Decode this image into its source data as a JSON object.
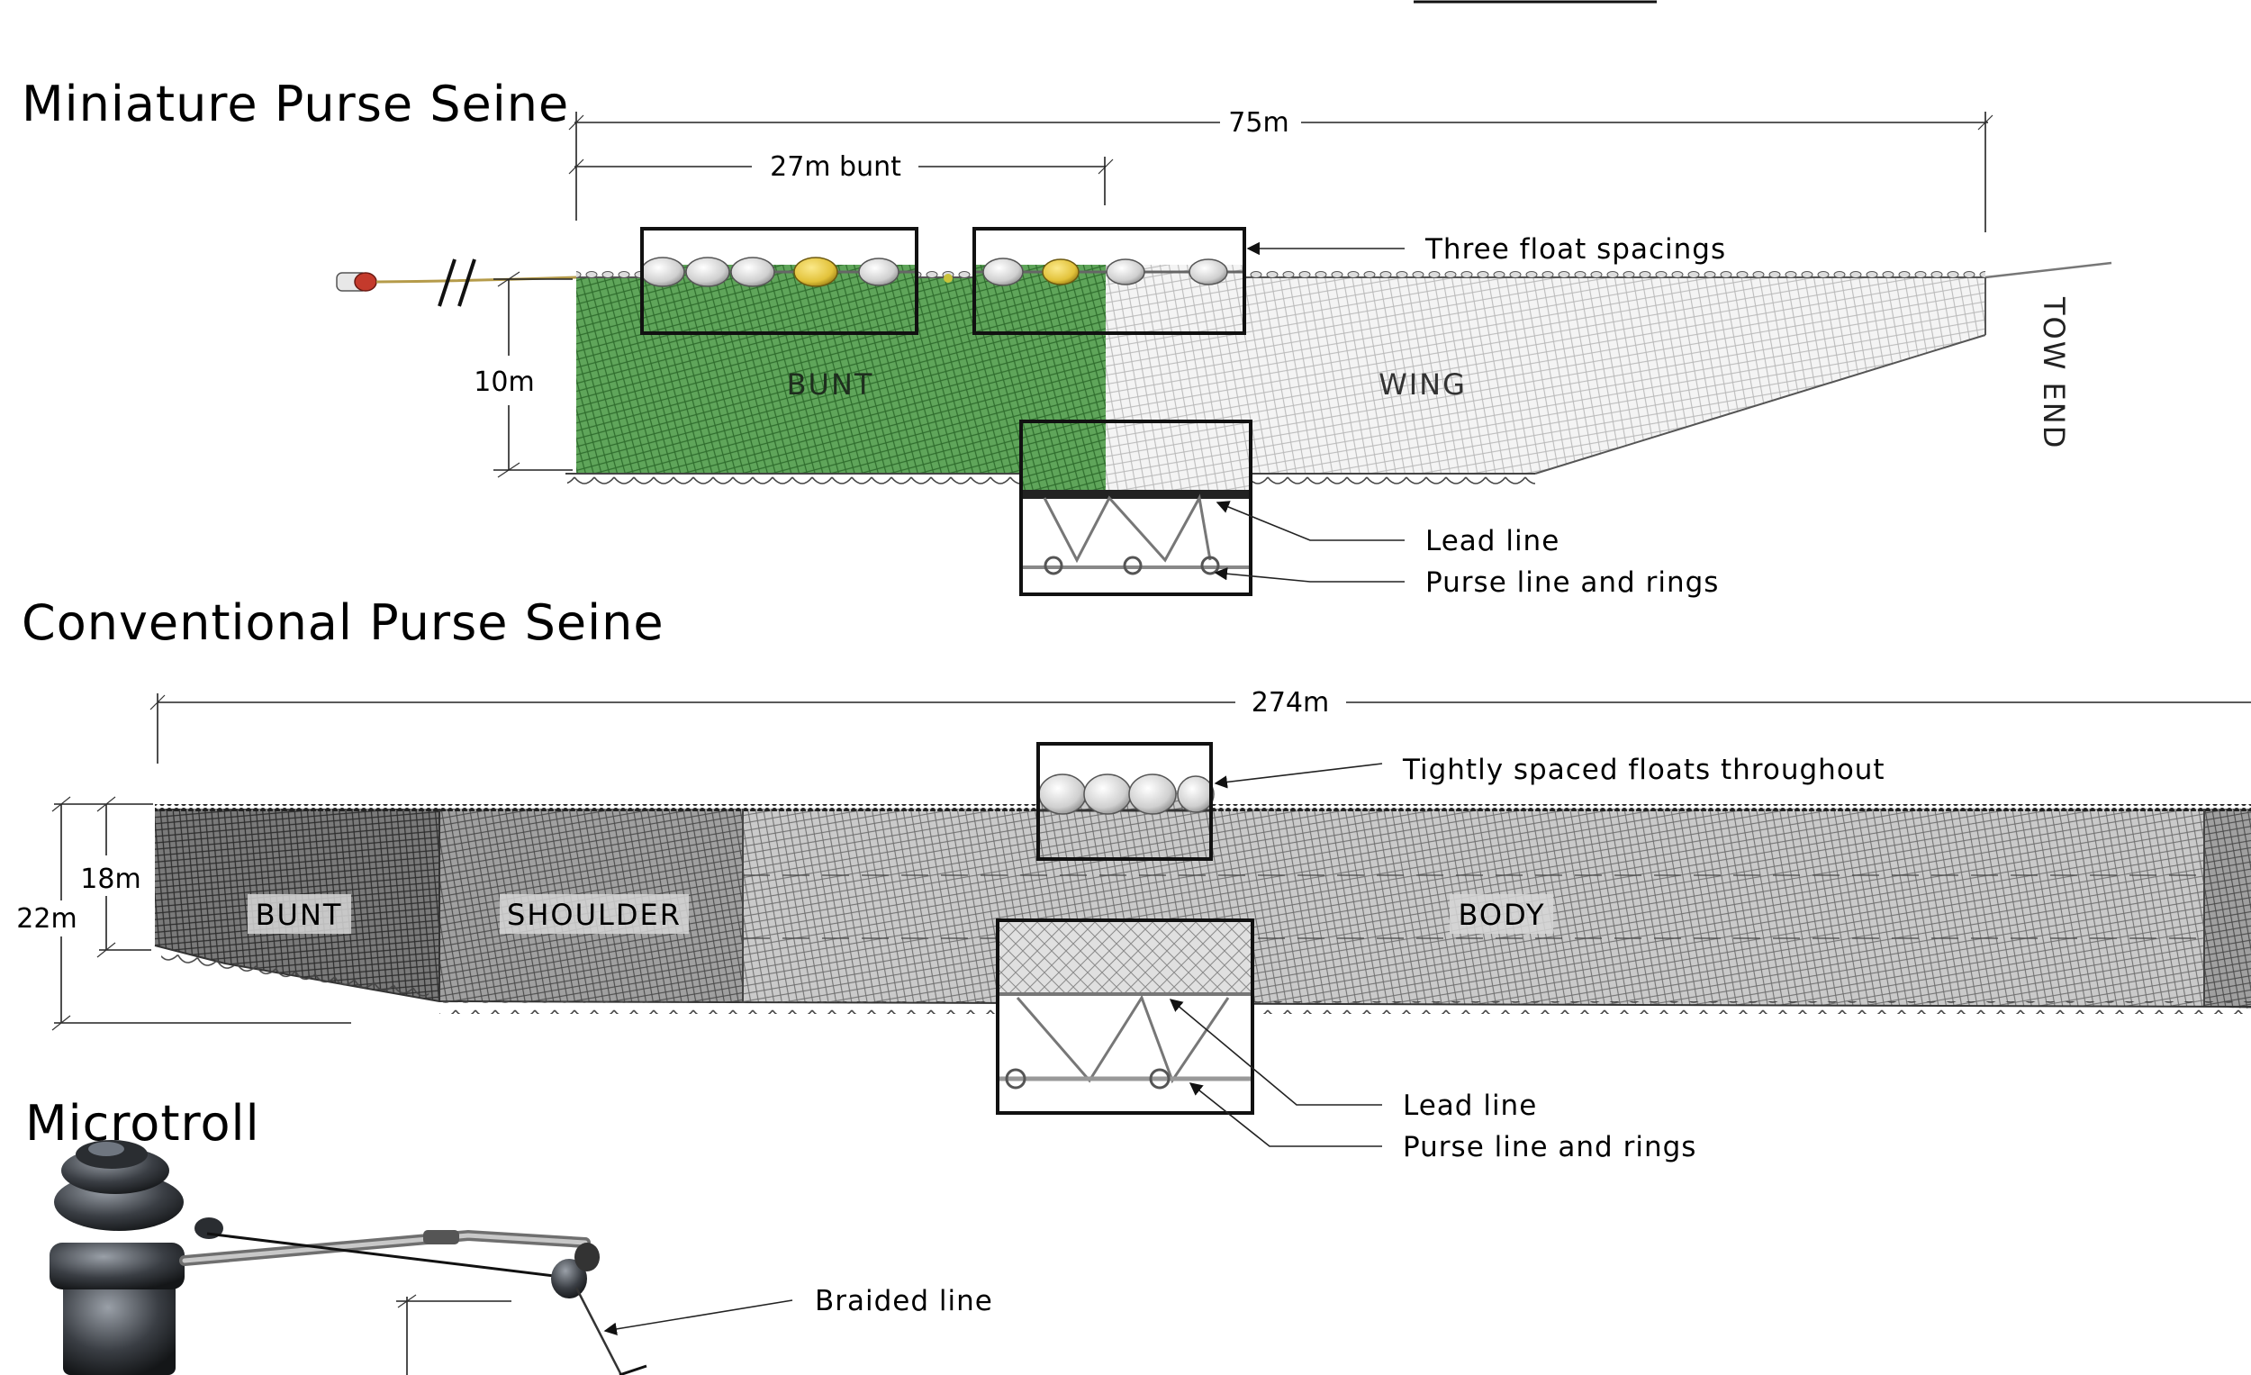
{
  "headings": {
    "miniature": "Miniature Purse Seine",
    "conventional": "Conventional Purse Seine",
    "microtroll": "Microtroll"
  },
  "miniature": {
    "total_length": "75m",
    "bunt_length": "27m bunt",
    "depth": "10m",
    "sections": {
      "bunt": "BUNT",
      "wing": "WING"
    },
    "tow_end": "TOW END",
    "callouts": {
      "floats": "Three float spacings",
      "lead_line": "Lead line",
      "purse_line": "Purse line and rings"
    }
  },
  "conventional": {
    "total_length": "274m",
    "depth_outer": "22m",
    "depth_inner": "18m",
    "sections": {
      "bunt": "BUNT",
      "shoulder": "SHOULDER",
      "body": "BODY"
    },
    "callouts": {
      "floats": "Tightly spaced floats throughout",
      "lead_line": "Lead line",
      "purse_line": "Purse line and rings"
    }
  },
  "microtroll": {
    "callouts": {
      "line": "Braided line"
    }
  },
  "colors": {
    "bunt_green": "#4f9a4a",
    "float_white": "#d9d9d9",
    "float_yellow": "#e2c23a",
    "buoy_red": "#c43a2c",
    "net_dark": "#5a5a5a",
    "net_light": "#c8c8c8"
  }
}
